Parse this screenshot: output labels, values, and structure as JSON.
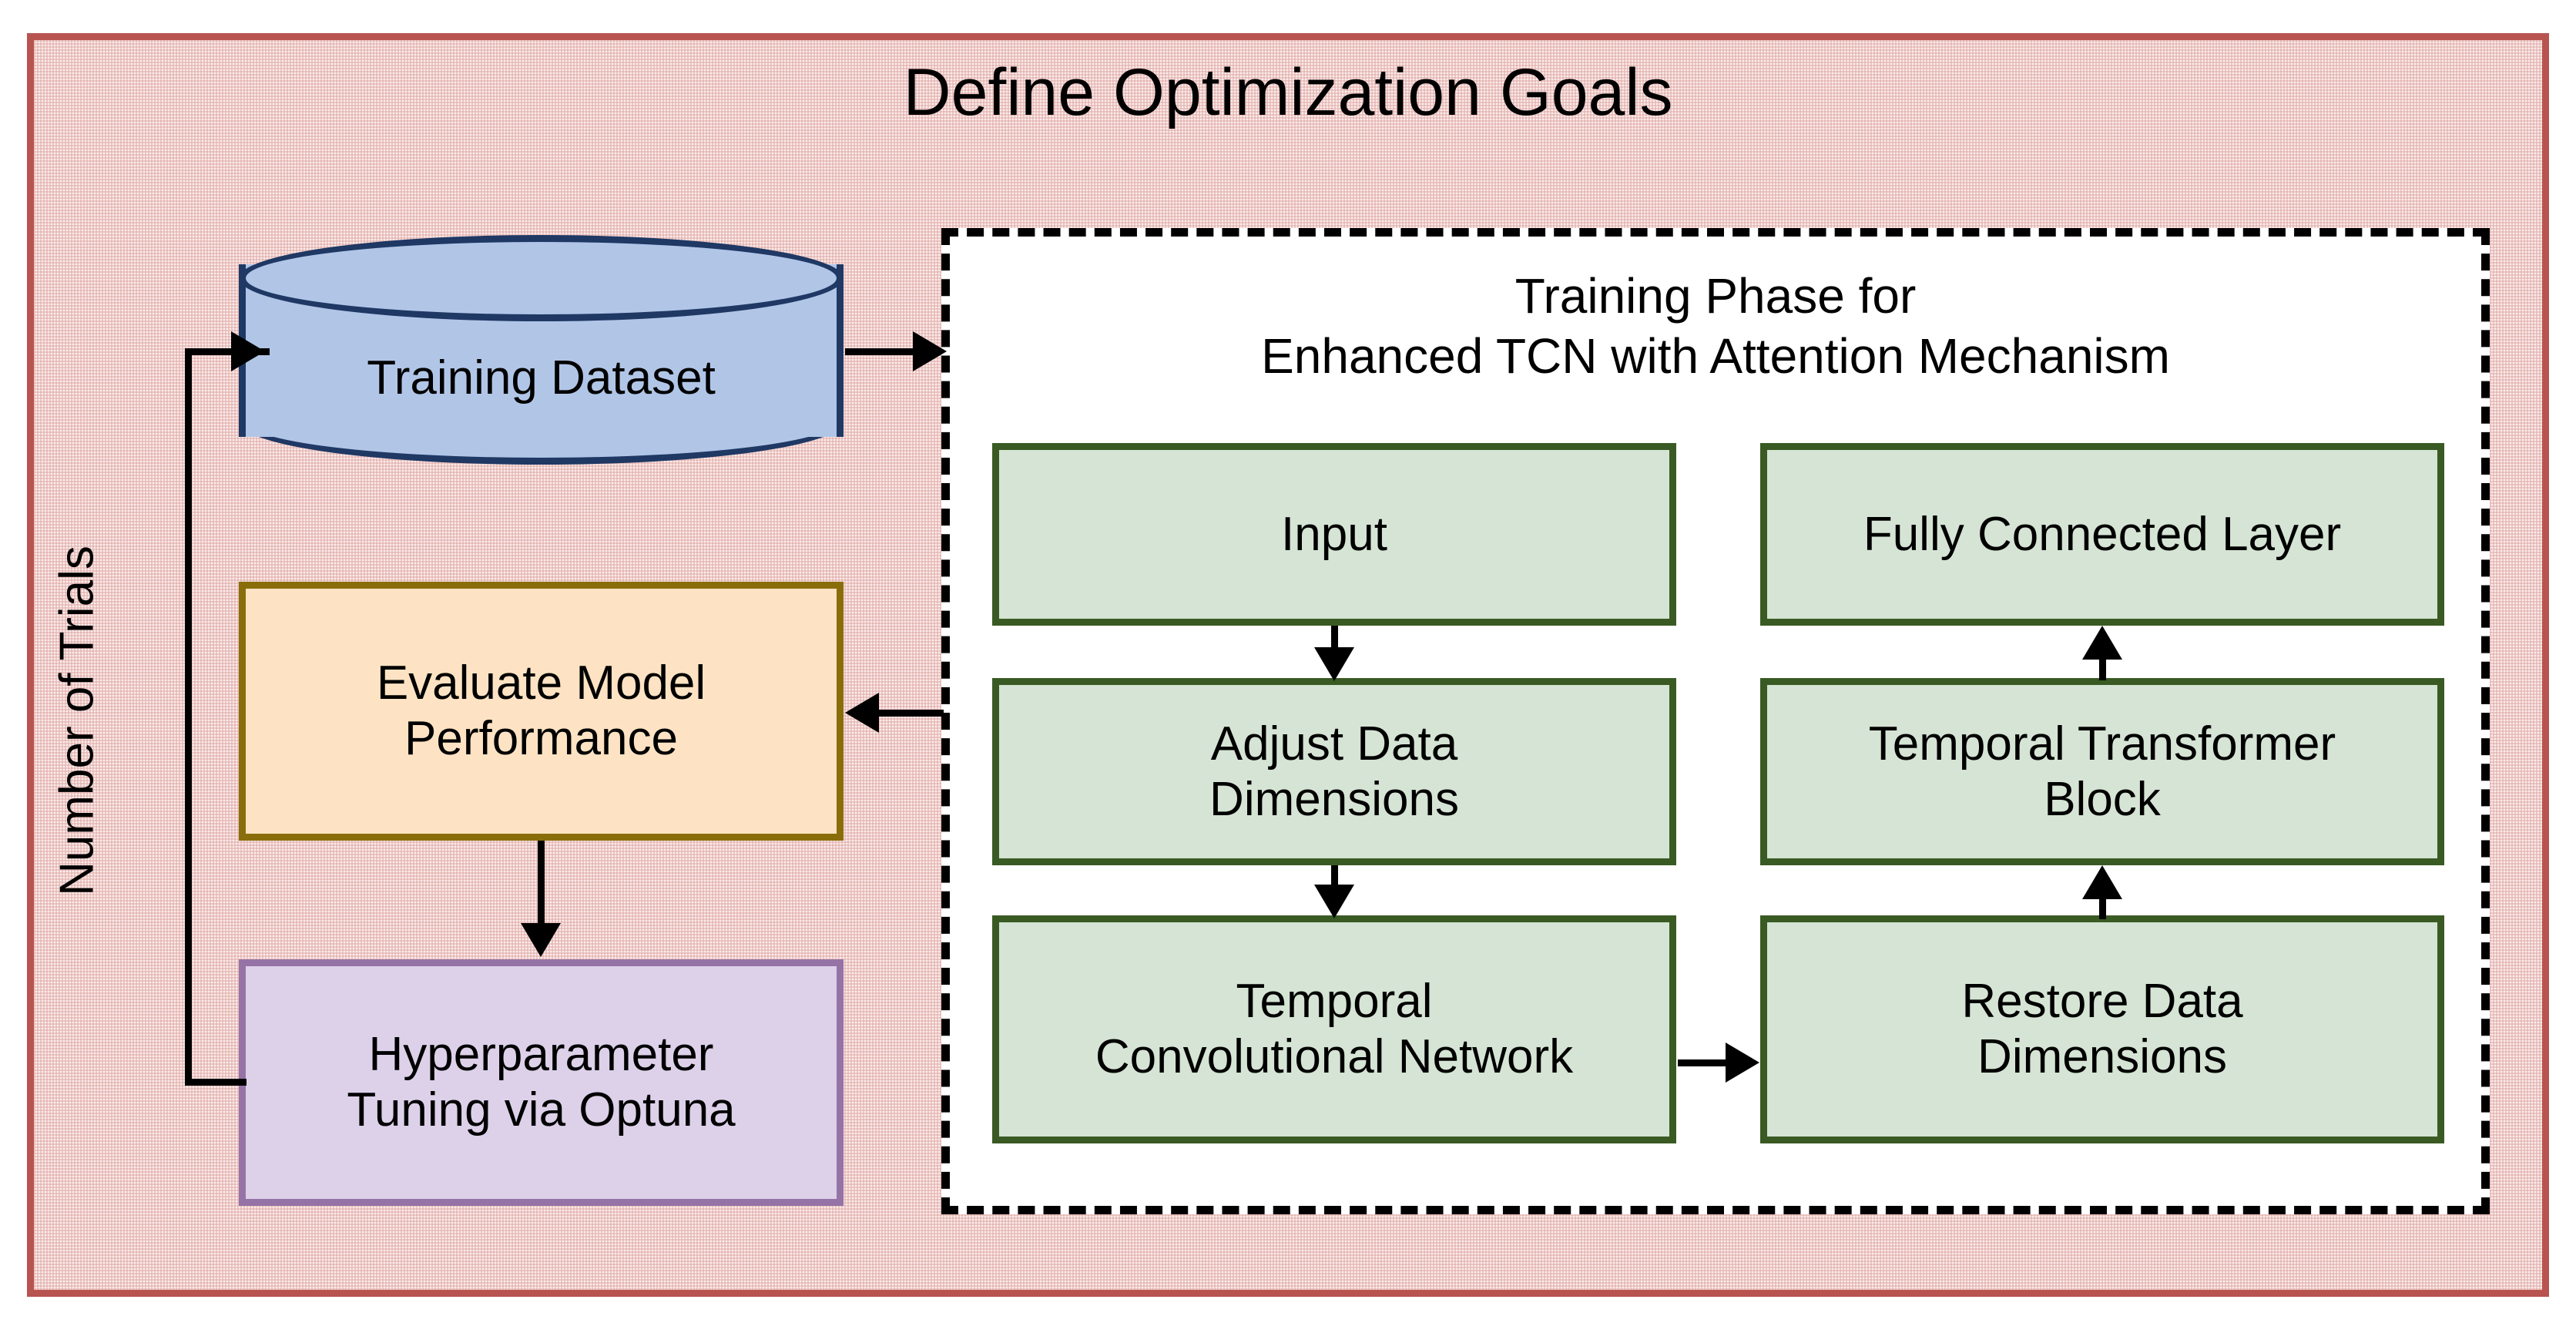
{
  "diagram": {
    "title": "Define Optimization Goals",
    "frame_border_color": "#b85450",
    "frame_background_color": "#fbeeee"
  },
  "training_phase": {
    "title_line1": "Training Phase for",
    "title_line2": "Enhanced TCN with Attention Mechanism",
    "border_style": "dashed",
    "border_color": "#000000",
    "background_color": "#ffffff"
  },
  "data_source": {
    "label": "Training Dataset",
    "shape": "cylinder",
    "fill_color": "#b1c6e7",
    "border_color": "#1f3864"
  },
  "loop": {
    "label": "Number of Trials"
  },
  "left_nodes": [
    {
      "id": "evaluate-model-performance",
      "line1": "Evaluate Model",
      "line2": "Performance",
      "fill_color": "#fde3c3",
      "border_color": "#8a6d0b"
    },
    {
      "id": "hyperparameter-tuning",
      "line1": "Hyperparameter",
      "line2": "Tuning via Optuna",
      "fill_color": "#ddd1ea",
      "border_color": "#9673a6"
    }
  ],
  "pipeline": {
    "fill_color": "#d5e4d4",
    "border_color": "#3a5a24",
    "left_column": [
      {
        "id": "input",
        "line1": "Input",
        "line2": ""
      },
      {
        "id": "adjust-data-dimensions",
        "line1": "Adjust Data",
        "line2": "Dimensions"
      },
      {
        "id": "temporal-convolutional-network",
        "line1": "Temporal",
        "line2": "Convolutional Network"
      }
    ],
    "right_column": [
      {
        "id": "fully-connected-layer",
        "line1": "Fully Connected Layer",
        "line2": ""
      },
      {
        "id": "temporal-transformer-block",
        "line1": "Temporal Transformer",
        "line2": "Block"
      },
      {
        "id": "restore-data-dimensions",
        "line1": "Restore Data",
        "line2": "Dimensions"
      }
    ]
  }
}
